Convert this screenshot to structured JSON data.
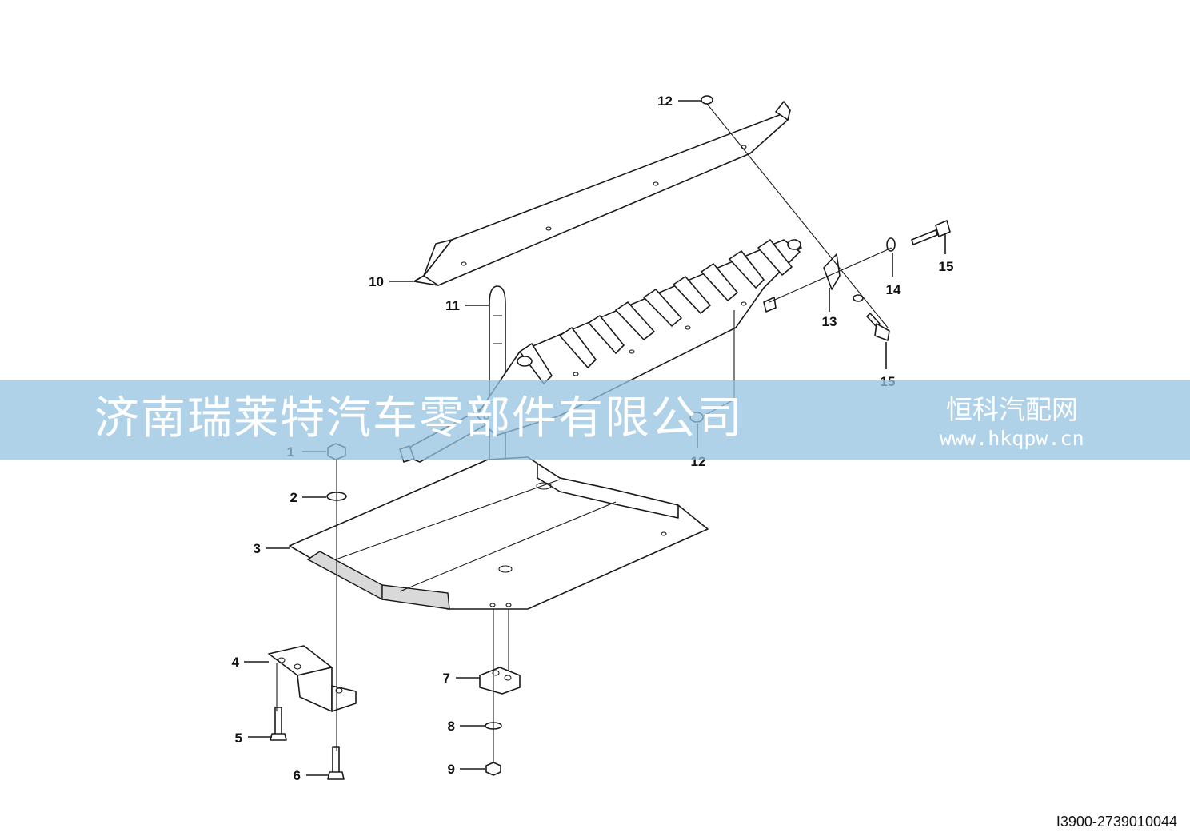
{
  "callouts": [
    {
      "id": "c1",
      "label": "1"
    },
    {
      "id": "c2",
      "label": "2"
    },
    {
      "id": "c3",
      "label": "3"
    },
    {
      "id": "c4",
      "label": "4"
    },
    {
      "id": "c5",
      "label": "5"
    },
    {
      "id": "c6",
      "label": "6"
    },
    {
      "id": "c7",
      "label": "7"
    },
    {
      "id": "c8",
      "label": "8"
    },
    {
      "id": "c9",
      "label": "9"
    },
    {
      "id": "c10",
      "label": "10"
    },
    {
      "id": "c11",
      "label": "11"
    },
    {
      "id": "c12a",
      "label": "12"
    },
    {
      "id": "c12b",
      "label": "12"
    },
    {
      "id": "c13",
      "label": "13"
    },
    {
      "id": "c14",
      "label": "14"
    },
    {
      "id": "c15a",
      "label": "15"
    },
    {
      "id": "c15b",
      "label": "15"
    }
  ],
  "watermark": {
    "company": "济南瑞莱特汽车零部件有限公司",
    "site_name": "恒科汽配网",
    "site_url": "www.hkqpw.cn"
  },
  "drawing_number": "I3900-2739010044"
}
